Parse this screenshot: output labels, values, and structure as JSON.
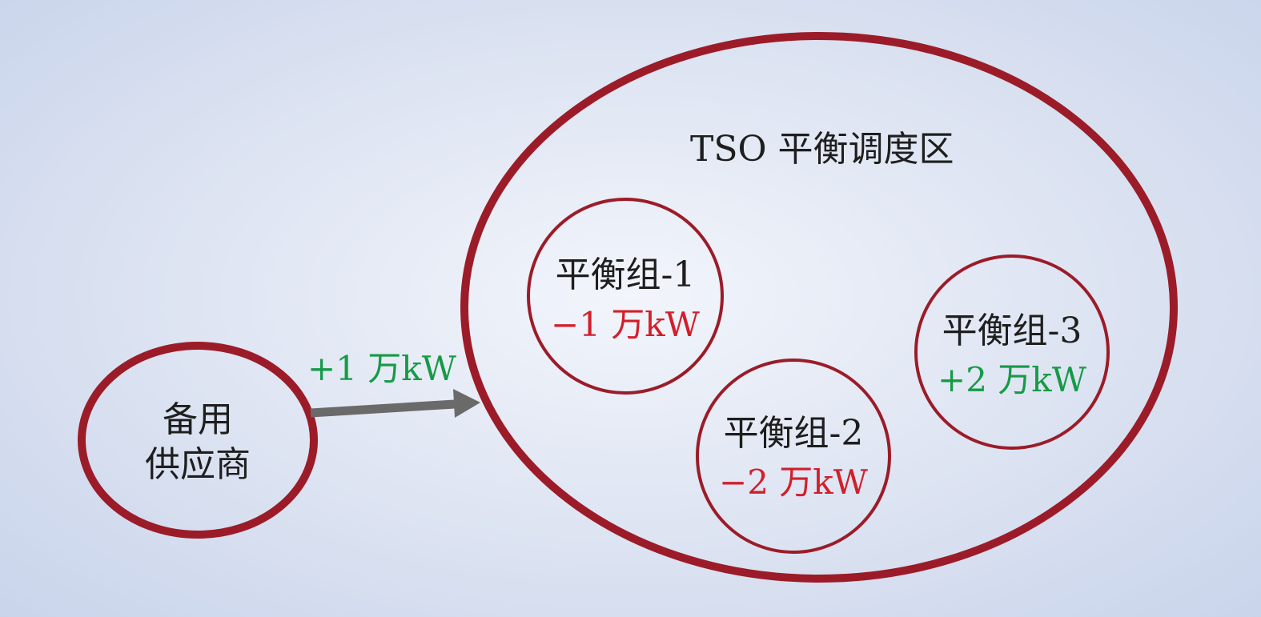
{
  "zone": {
    "title": "TSO 平衡调度区"
  },
  "supplier": {
    "line1": "备用",
    "line2": "供应商"
  },
  "arrow": {
    "label": "+1 万kW"
  },
  "groups": [
    {
      "name": "平衡组-1",
      "value": "−1 万kW"
    },
    {
      "name": "平衡组-2",
      "value": "−2 万kW"
    },
    {
      "name": "平衡组-3",
      "value": "+2 万kW"
    }
  ],
  "colors": {
    "ring": "#9b1c28",
    "arrow": "#6a6a6a",
    "positive": "#169a46",
    "negative": "#d21f2b",
    "text": "#1e1e1e"
  }
}
